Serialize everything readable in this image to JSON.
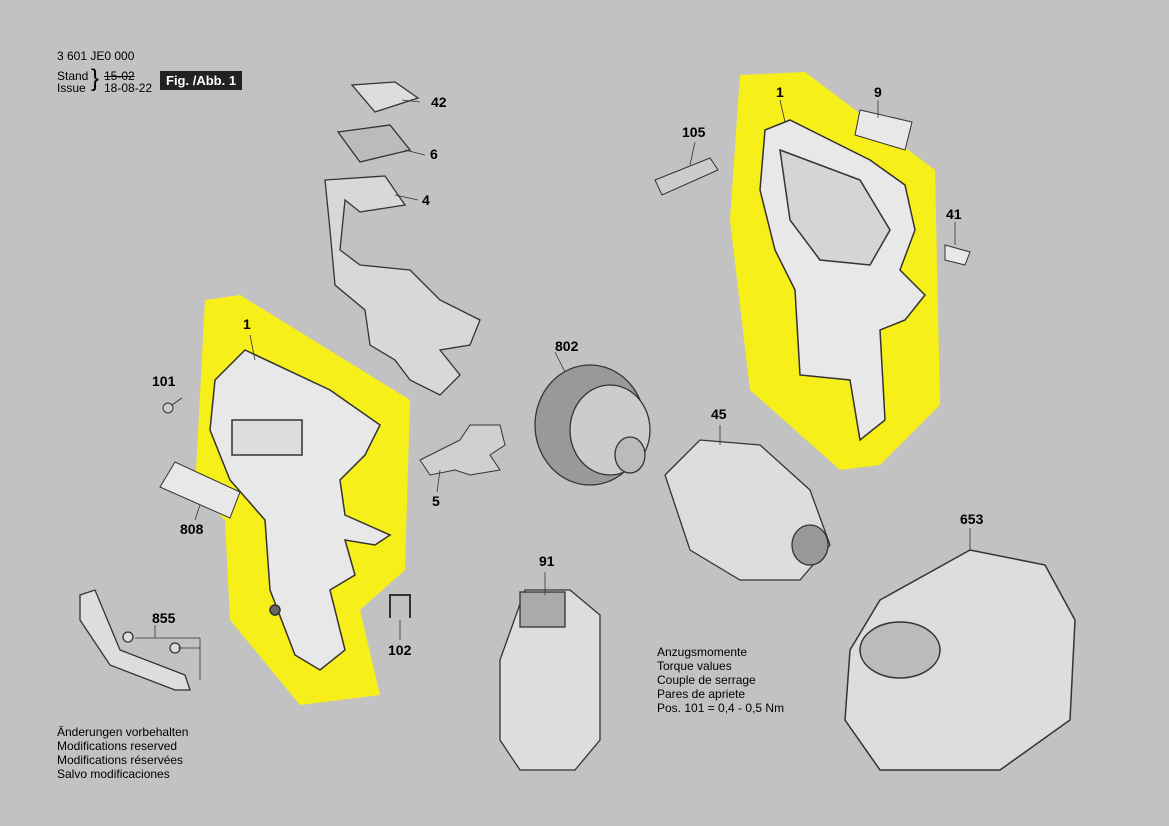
{
  "header": {
    "part_number": "3 601 JE0 000",
    "stand_label": "Stand",
    "issue_label": "Issue",
    "old_date": "15-02",
    "new_date": "18-08-22",
    "figure_label": "Fig. /Abb. 1"
  },
  "parts": {
    "p1a": "1",
    "p1b": "1",
    "p4": "4",
    "p5": "5",
    "p6": "6",
    "p9": "9",
    "p41": "41",
    "p42": "42",
    "p45": "45",
    "p91": "91",
    "p101": "101",
    "p102": "102",
    "p105": "105",
    "p653": "653",
    "p802": "802",
    "p808": "808",
    "p855": "855"
  },
  "torque": {
    "line1": "Anzugsmomente",
    "line2": "Torque values",
    "line3": "Couple de serrage",
    "line4": "Pares de apriete",
    "line5": "Pos. 101  =  0,4  -  0,5 Nm"
  },
  "modifications": {
    "line1": "Änderungen vorbehalten",
    "line2": "Modifications reserved",
    "line3": "Modifications réservées",
    "line4": "Salvo modificaciones"
  },
  "colors": {
    "background": "#c2c2c2",
    "highlight": "#f7ef1a",
    "badge": "#222222"
  }
}
